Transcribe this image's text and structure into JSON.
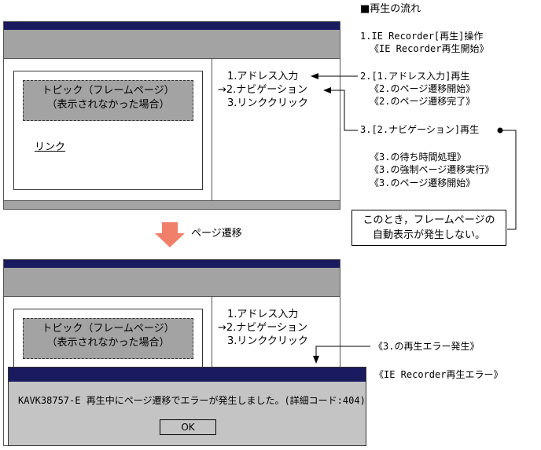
{
  "header": {
    "title": "■再生の流れ"
  },
  "flow": {
    "step1": "1.IE Recorder[再生]操作",
    "step1_msg": "《IE Recorder再生開始》",
    "step2": "2.[1.アドレス入力]再生",
    "step2_msg_a": "《2.のページ遷移開始》",
    "step2_msg_b": "《2.のページ遷移完了》",
    "step3": "3.[2.ナビゲーション]再生",
    "step3_msg_a": "《3.の待ち時間処理》",
    "step3_msg_b": "《3.の強制ページ遷移実行》",
    "step3_msg_c": "《3.のページ遷移開始》",
    "callout_line1": "このとき，フレームページの",
    "callout_line2": "自動表示が発生しない。",
    "transition_label": "ページ遷移",
    "error_step": "《3.の再生エラー発生》",
    "error_dialog_name": "《IE Recorder再生エラー》"
  },
  "window_top": {
    "topic_line1": "トピック（フレームページ）",
    "topic_line2": "（表示されなかった場合）",
    "link": "リンク",
    "list": [
      "1.アドレス入力",
      "→2.ナビゲーション",
      "3.リンククリック"
    ]
  },
  "window_bottom": {
    "topic_line1": "トピック（フレームページ）",
    "topic_line2": "（表示されなかった場合）",
    "list": [
      "1.アドレス入力",
      "→2.ナビゲーション",
      "3.リンククリック"
    ]
  },
  "dialog": {
    "message": "KAVK38757-E 再生中にページ遷移でエラーが発生しました。(詳細コード:404)",
    "ok_label": "OK"
  },
  "colors": {
    "titlebar": "#1a1a5e",
    "panel_gray": "#a3a3a3",
    "transition_arrow": "#f0806a"
  }
}
